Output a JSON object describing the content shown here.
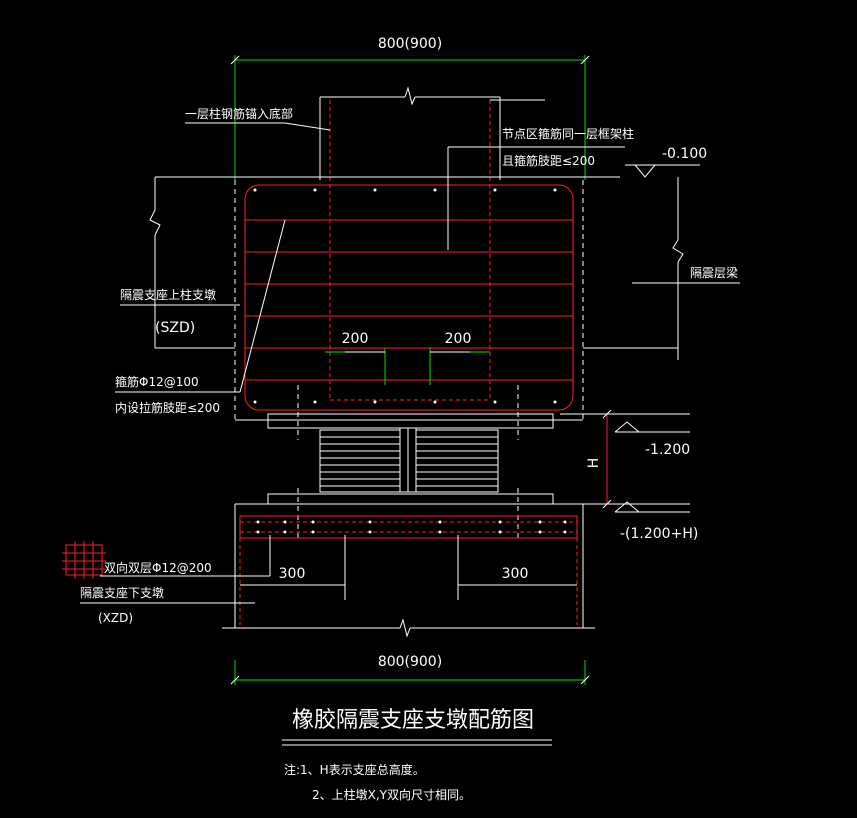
{
  "dimensions": {
    "top_width": "800(900)",
    "bottom_width": "800(900)",
    "spacing_left": "200",
    "spacing_right": "200",
    "lower_left": "300",
    "lower_right": "300",
    "height_symbol": "H"
  },
  "elevations": {
    "top": "-0.100",
    "middle": "-1.200",
    "bottom": "-(1.200+H)"
  },
  "labels": {
    "anchor_note": "一层柱钢筋锚入底部",
    "node_note_line1": "节点区箍筋同一层框架柱",
    "node_note_line2": "且箍筋肢距≤200",
    "isolation_beam": "隔震层梁",
    "upper_pier_line1": "隔震支座上柱支墩",
    "upper_pier_code": "(SZD)",
    "stirrup_line1": "箍筋Φ12@100",
    "stirrup_line2": "内设拉筋肢距≤200",
    "mesh_note": "双向双层Φ12@200",
    "lower_pier": "隔震支座下支墩",
    "lower_pier_code": "(XZD)"
  },
  "title": "橡胶隔震支座支墩配筋图",
  "notes": {
    "line1": "注:1、H表示支座总高度。",
    "line2": "2、上柱墩X,Y双向尺寸相同。"
  },
  "colors": {
    "background": "#000000",
    "lines": "#ffffff",
    "rebar": "#ff2020",
    "dimension": "#00e000"
  }
}
